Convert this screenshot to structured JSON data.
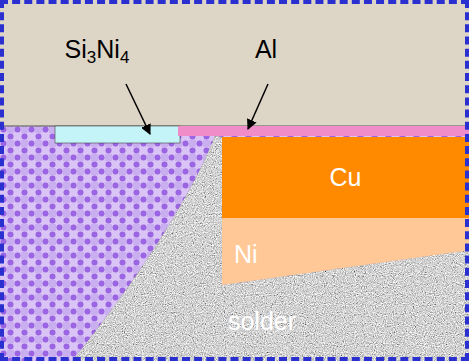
{
  "diagram": {
    "nodes": [
      {
        "text": [
          "Cu"
        ]
      },
      {
        "text": [
          "Ni"
        ]
      }
    ],
    "labels": [
      "Si3Ni4",
      "Al",
      "solder"
    ]
  }
}
